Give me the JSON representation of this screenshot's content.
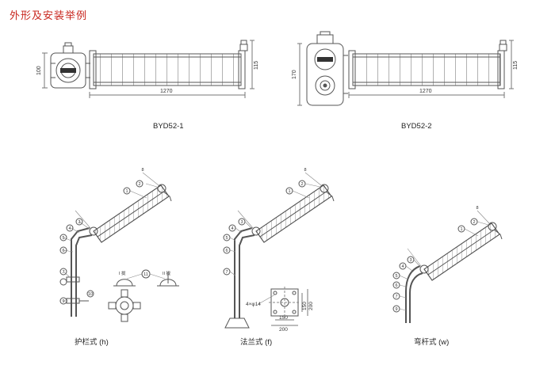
{
  "title": "外形及安装举例",
  "colors": {
    "title": "#c8261e",
    "line": "#555555",
    "dim": "#777777"
  },
  "figures": {
    "byd52_1": {
      "label": "BYD52-1",
      "dims": {
        "height": "100",
        "cap": "115",
        "length": "1270"
      }
    },
    "byd52_2": {
      "label": "BYD52-2",
      "dims": {
        "height": "170",
        "cap": "115",
        "length": "1270"
      }
    }
  },
  "mounts": {
    "h": {
      "label": "护栏式 (h)",
      "parts": [
        "8",
        "2",
        "1",
        "3",
        "4",
        "5",
        "6",
        "7",
        "9",
        "10"
      ],
      "detail": {
        "a": "I 拢",
        "b": "II 拢",
        "n": "11"
      }
    },
    "f": {
      "label": "法兰式 (f)",
      "parts": [
        "8",
        "2",
        "1",
        "3",
        "4",
        "5",
        "6",
        "7"
      ],
      "detail": {
        "holes": "4×φ14",
        "d150a": "150",
        "d200a": "200",
        "d150b": "150",
        "d200b": "200"
      }
    },
    "w": {
      "label": "弯杆式 (w)",
      "parts": [
        "8",
        "2",
        "1",
        "3",
        "4",
        "5",
        "6",
        "7",
        "9"
      ]
    }
  }
}
